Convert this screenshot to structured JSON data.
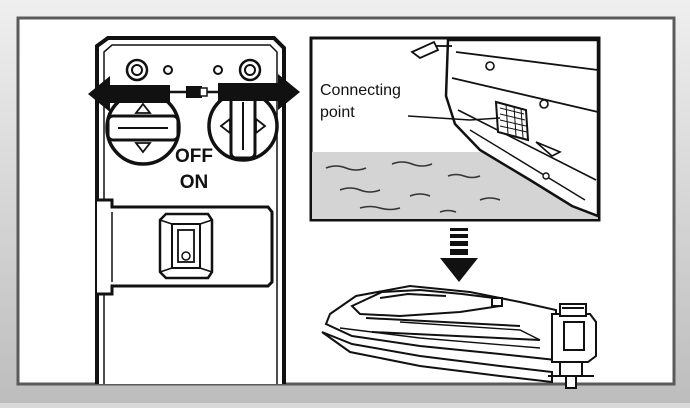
{
  "labels": {
    "switch_off": "OFF",
    "switch_on": "ON",
    "connecting_point": "Connecting point"
  },
  "colors": {
    "frame_gray": "#d9d9d9",
    "panel_white": "#ffffff",
    "line_black": "#111111",
    "water_gray": "#d4d4d4"
  }
}
